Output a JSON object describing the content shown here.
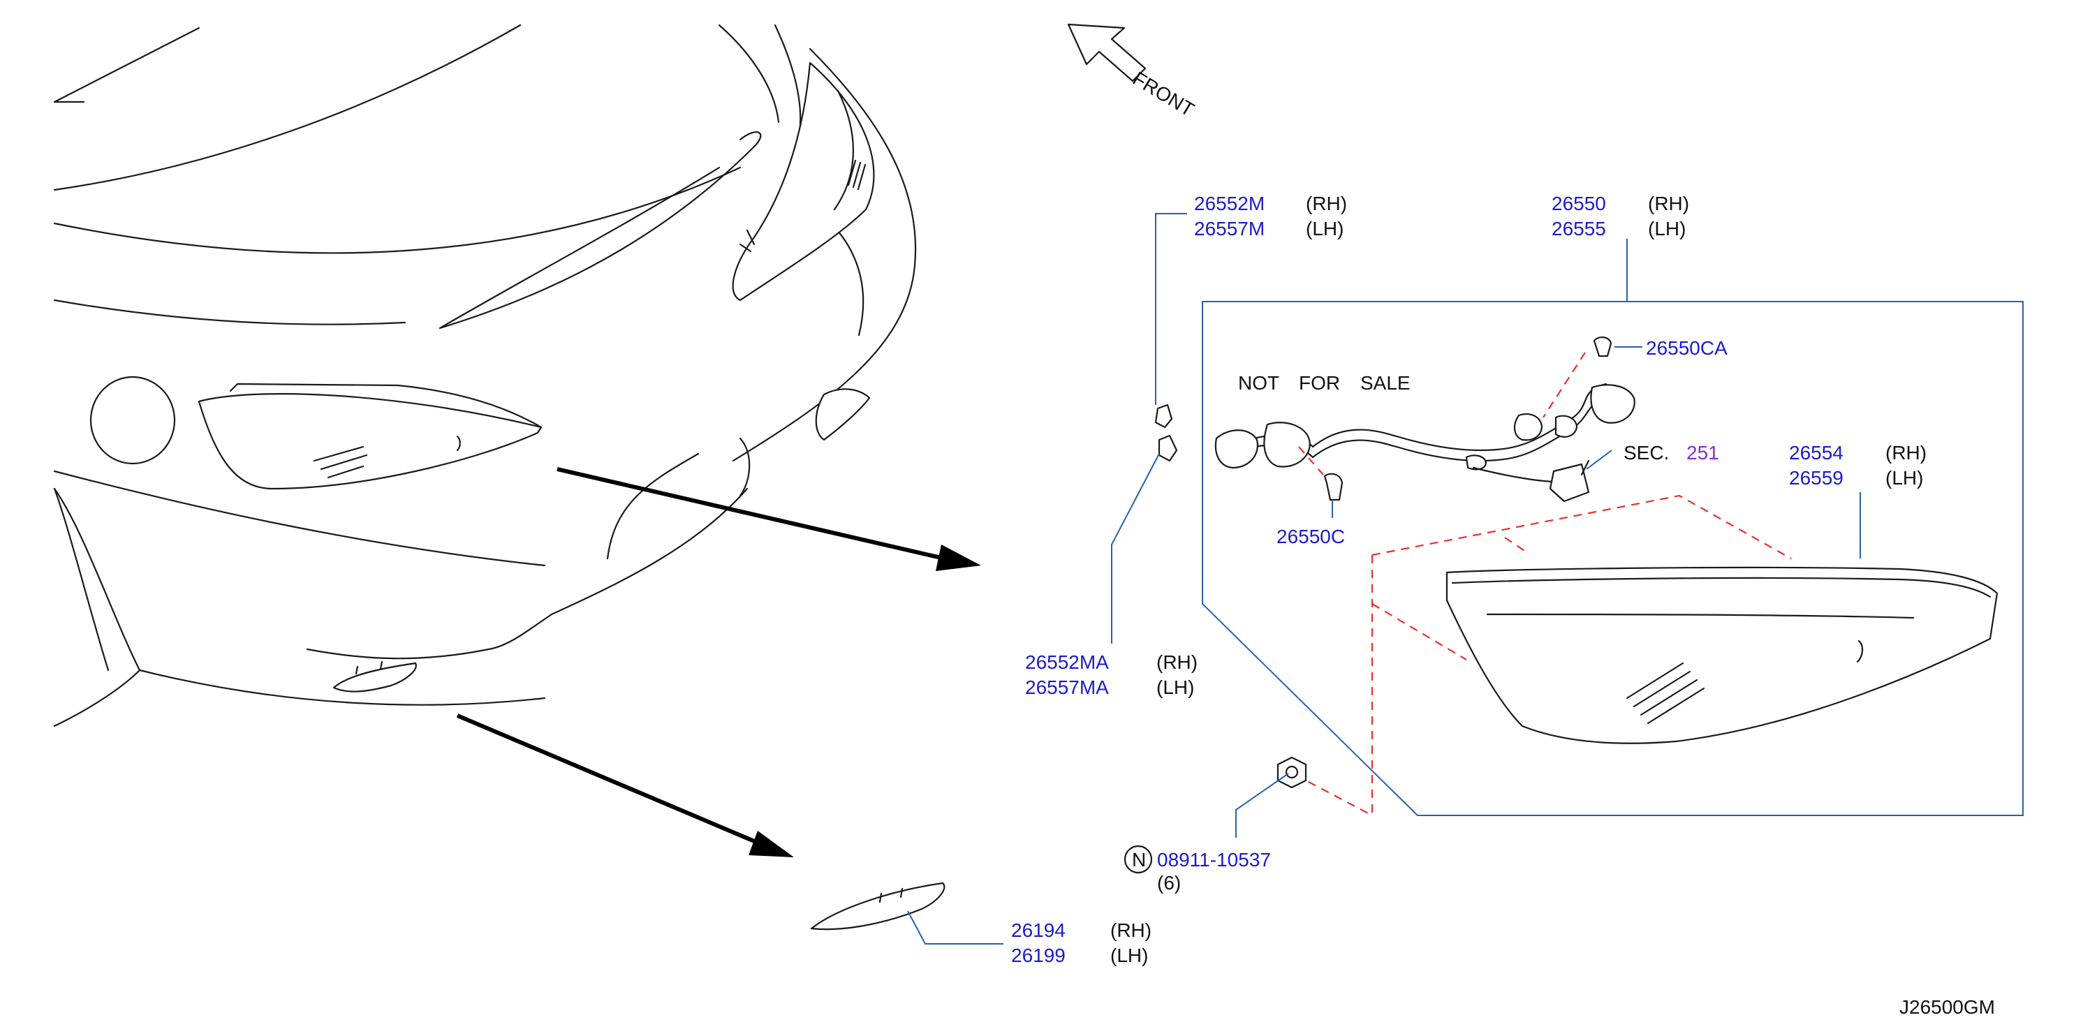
{
  "diagram": {
    "front_label": "FRONT",
    "not_for_sale": [
      "NOT",
      "FOR",
      "SALE"
    ],
    "sec_prefix": "SEC.",
    "sec_number": "251",
    "nut_symbol": "N",
    "diagram_code": "J26500GM",
    "parts": {
      "socket_m": [
        {
          "number": "26552M",
          "side": "(RH)"
        },
        {
          "number": "26557M",
          "side": "(LH)"
        }
      ],
      "socket_ma": [
        {
          "number": "26552MA",
          "side": "(RH)"
        },
        {
          "number": "26557MA",
          "side": "(LH)"
        }
      ],
      "harness": [
        {
          "number": "26550",
          "side": "(RH)"
        },
        {
          "number": "26555",
          "side": "(LH)"
        }
      ],
      "bulb_ca": {
        "number": "26550CA"
      },
      "bulb_c": {
        "number": "26550C"
      },
      "lamp": [
        {
          "number": "26554",
          "side": "(RH)"
        },
        {
          "number": "26559",
          "side": "(LH)"
        }
      ],
      "nut": {
        "number": "08911-10537",
        "qty": "(6)"
      },
      "side_marker": [
        {
          "number": "26194",
          "side": "(RH)"
        },
        {
          "number": "26199",
          "side": "(LH)"
        }
      ]
    },
    "colors": {
      "part_number": "#1b1bcc",
      "leader_line": "#2a5fb0",
      "dashed_line": "#e8312a",
      "section_ref": "#8a2bd6",
      "ink": "#1a1a1a"
    }
  }
}
